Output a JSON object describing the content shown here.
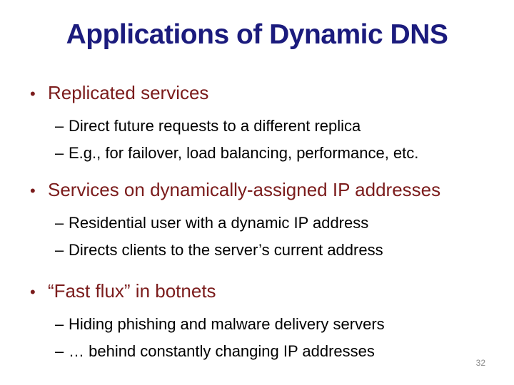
{
  "slide": {
    "title": "Applications of Dynamic DNS",
    "page_number": "32",
    "markers": {
      "bullet": "•",
      "dash": "–"
    },
    "colors": {
      "title": "#1B1B7D",
      "heading": "#7B1C1C",
      "body": "#000000",
      "page": "#8A8A8A"
    },
    "bullets": [
      {
        "label": "Replicated services",
        "subs": [
          "Direct future requests to a different replica",
          "E.g., for failover, load balancing, performance, etc."
        ]
      },
      {
        "label": "Services on dynamically-assigned IP addresses",
        "subs": [
          "Residential user with a dynamic IP address",
          "Directs clients to the server’s current address"
        ]
      },
      {
        "label": "“Fast flux” in botnets",
        "subs": [
          "Hiding phishing and malware delivery servers",
          "… behind constantly changing IP addresses"
        ]
      }
    ]
  }
}
